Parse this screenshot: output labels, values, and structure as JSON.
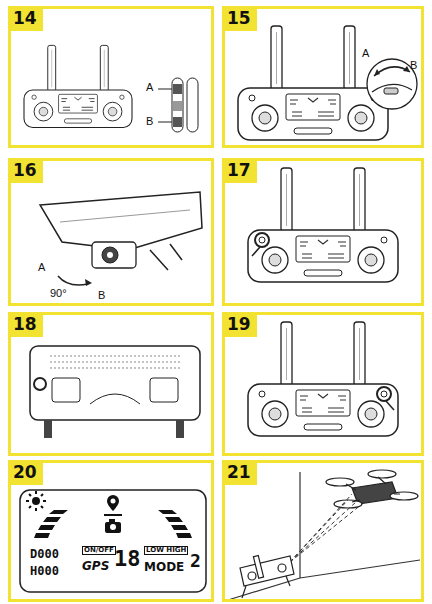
{
  "diagram": {
    "nodes": [
      {
        "text": [
          "14"
        ]
      },
      {
        "text": [
          "15"
        ]
      },
      {
        "text": [
          "16"
        ]
      },
      {
        "text": [
          "17"
        ]
      },
      {
        "text": [
          "18"
        ]
      },
      {
        "text": [
          "19"
        ]
      },
      {
        "text": [
          "20"
        ]
      },
      {
        "text": [
          "21"
        ]
      }
    ],
    "labels": [
      "A",
      "B",
      "A",
      "B",
      "A",
      "90°",
      "B",
      "D000",
      "H000",
      "ON/OFF",
      "GPS",
      "18",
      "LOW HIGH",
      "MODE",
      "2"
    ]
  }
}
